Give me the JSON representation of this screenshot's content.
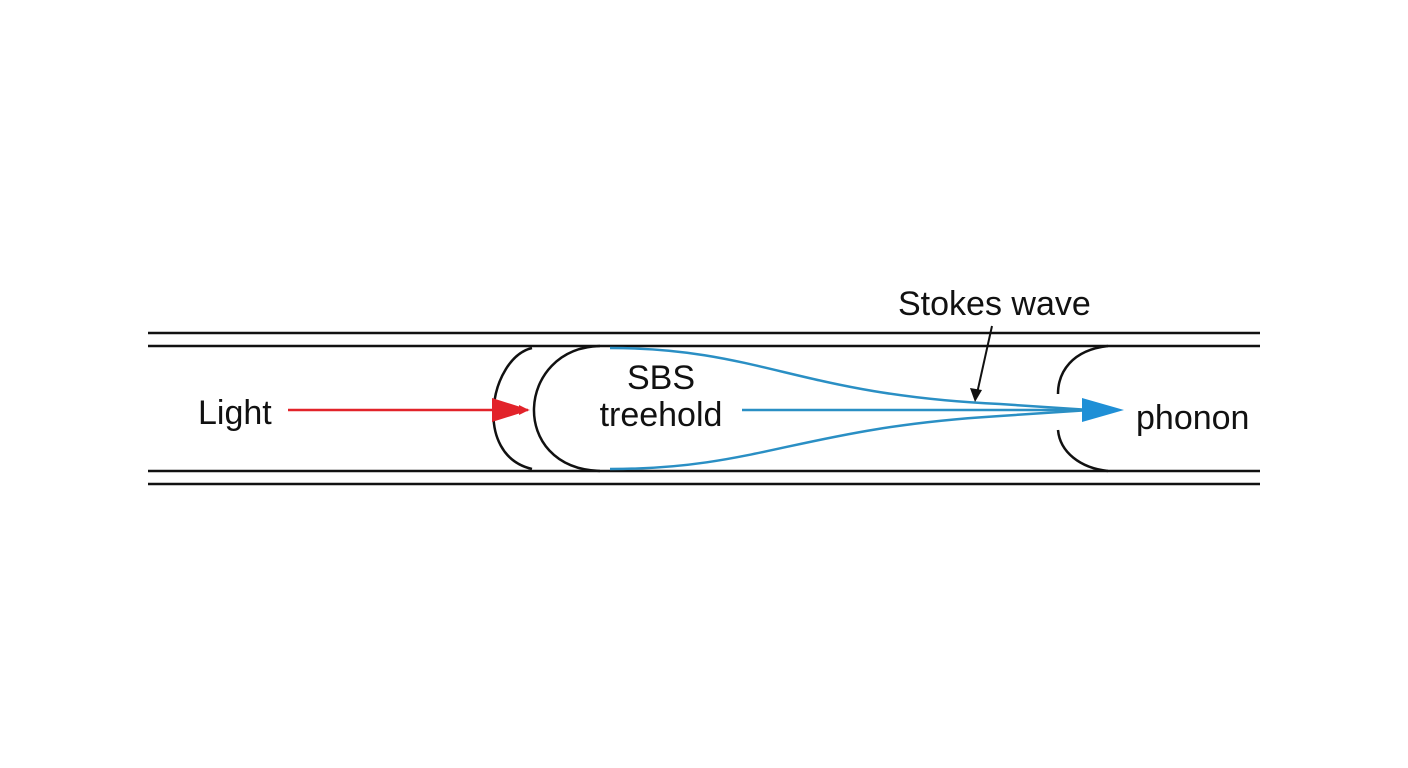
{
  "labels": {
    "light": "Light",
    "sbs_line1": "SBS",
    "sbs_line2": "treehold",
    "stokes_wave": "Stokes wave",
    "phonon": "phonon"
  },
  "colors": {
    "line": "#111111",
    "light_arrow": "#e2232a",
    "stokes": "#2a8fc4",
    "phonon_arrow": "#1f8fd6",
    "background": "#ffffff"
  }
}
